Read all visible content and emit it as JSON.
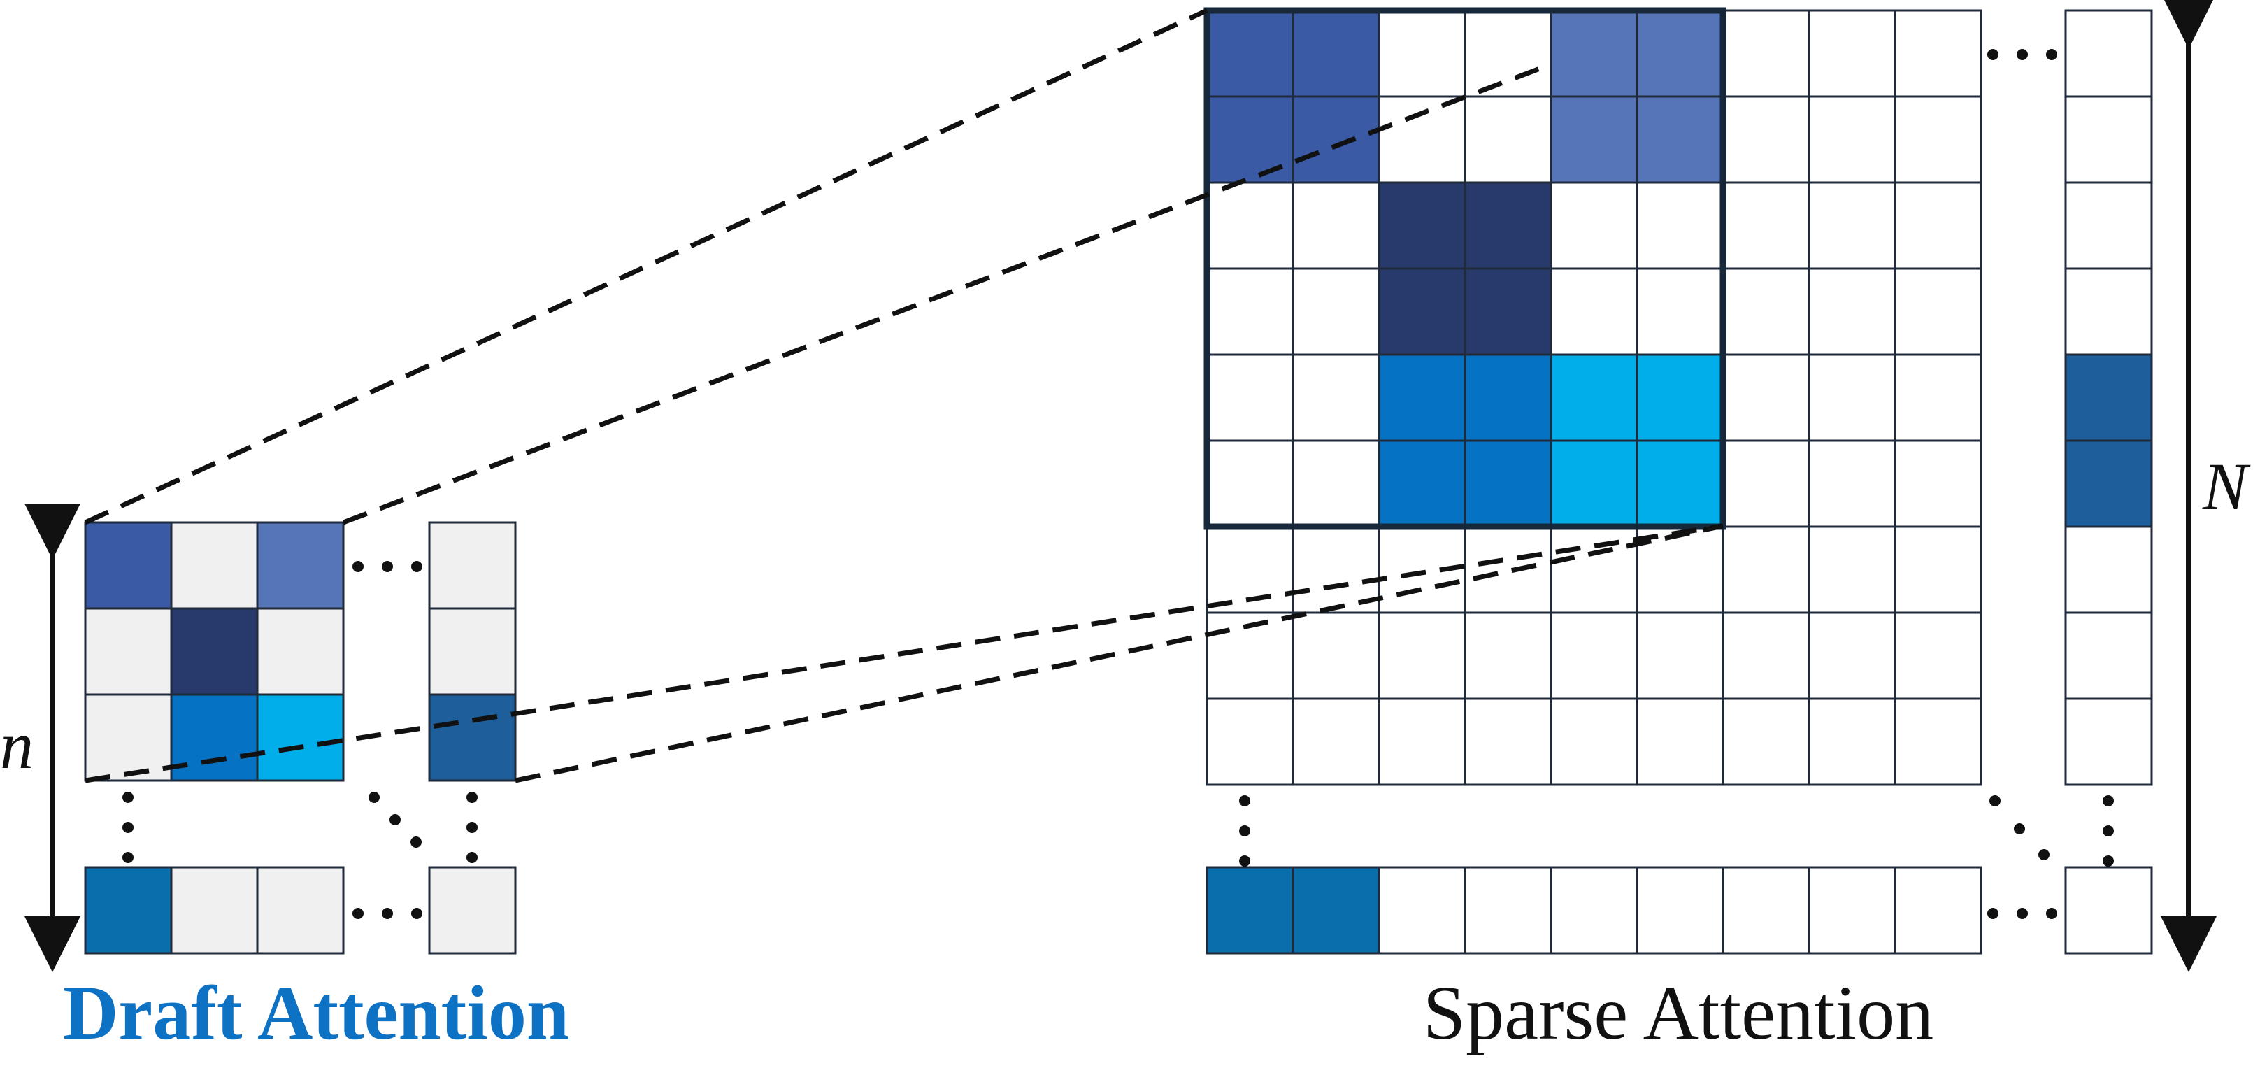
{
  "captions": {
    "draft": "Draft Attention",
    "sparse": "Sparse Attention"
  },
  "labels": {
    "n": "n",
    "N": "N"
  },
  "colors": {
    "blue_a": "#3a5aa6",
    "blue_b": "#5675b8",
    "navy": "#273a6b",
    "blue_c": "#0572c4",
    "cyan": "#02aeea",
    "steel": "#1e5e9b",
    "teal_blue": "#0a6ead",
    "light_gray": "#f0f0f0",
    "grid_line": "#1f2a3a",
    "draft_caption": "#0d72c4"
  },
  "draft_blocks": {
    "rows": [
      [
        "blue_a",
        "light_gray",
        "blue_b",
        "ellipsis",
        "light_gray"
      ],
      [
        "light_gray",
        "navy",
        "light_gray",
        "",
        "light_gray"
      ],
      [
        "light_gray",
        "blue_c",
        "cyan",
        "",
        "steel"
      ],
      [
        "teal_blue",
        "light_gray",
        "light_gray",
        "ellipsis",
        "light_gray"
      ]
    ]
  },
  "sparse_fills": [
    {
      "block": [
        0,
        0
      ],
      "color": "blue_a"
    },
    {
      "block": [
        0,
        2
      ],
      "color": "blue_b"
    },
    {
      "block": [
        1,
        1
      ],
      "color": "navy"
    },
    {
      "block": [
        2,
        1
      ],
      "color": "blue_c"
    },
    {
      "block": [
        2,
        2
      ],
      "color": "cyan"
    },
    {
      "block": [
        2,
        "last"
      ],
      "color": "steel"
    },
    {
      "block": [
        "last",
        0
      ],
      "color": "teal_blue"
    }
  ]
}
